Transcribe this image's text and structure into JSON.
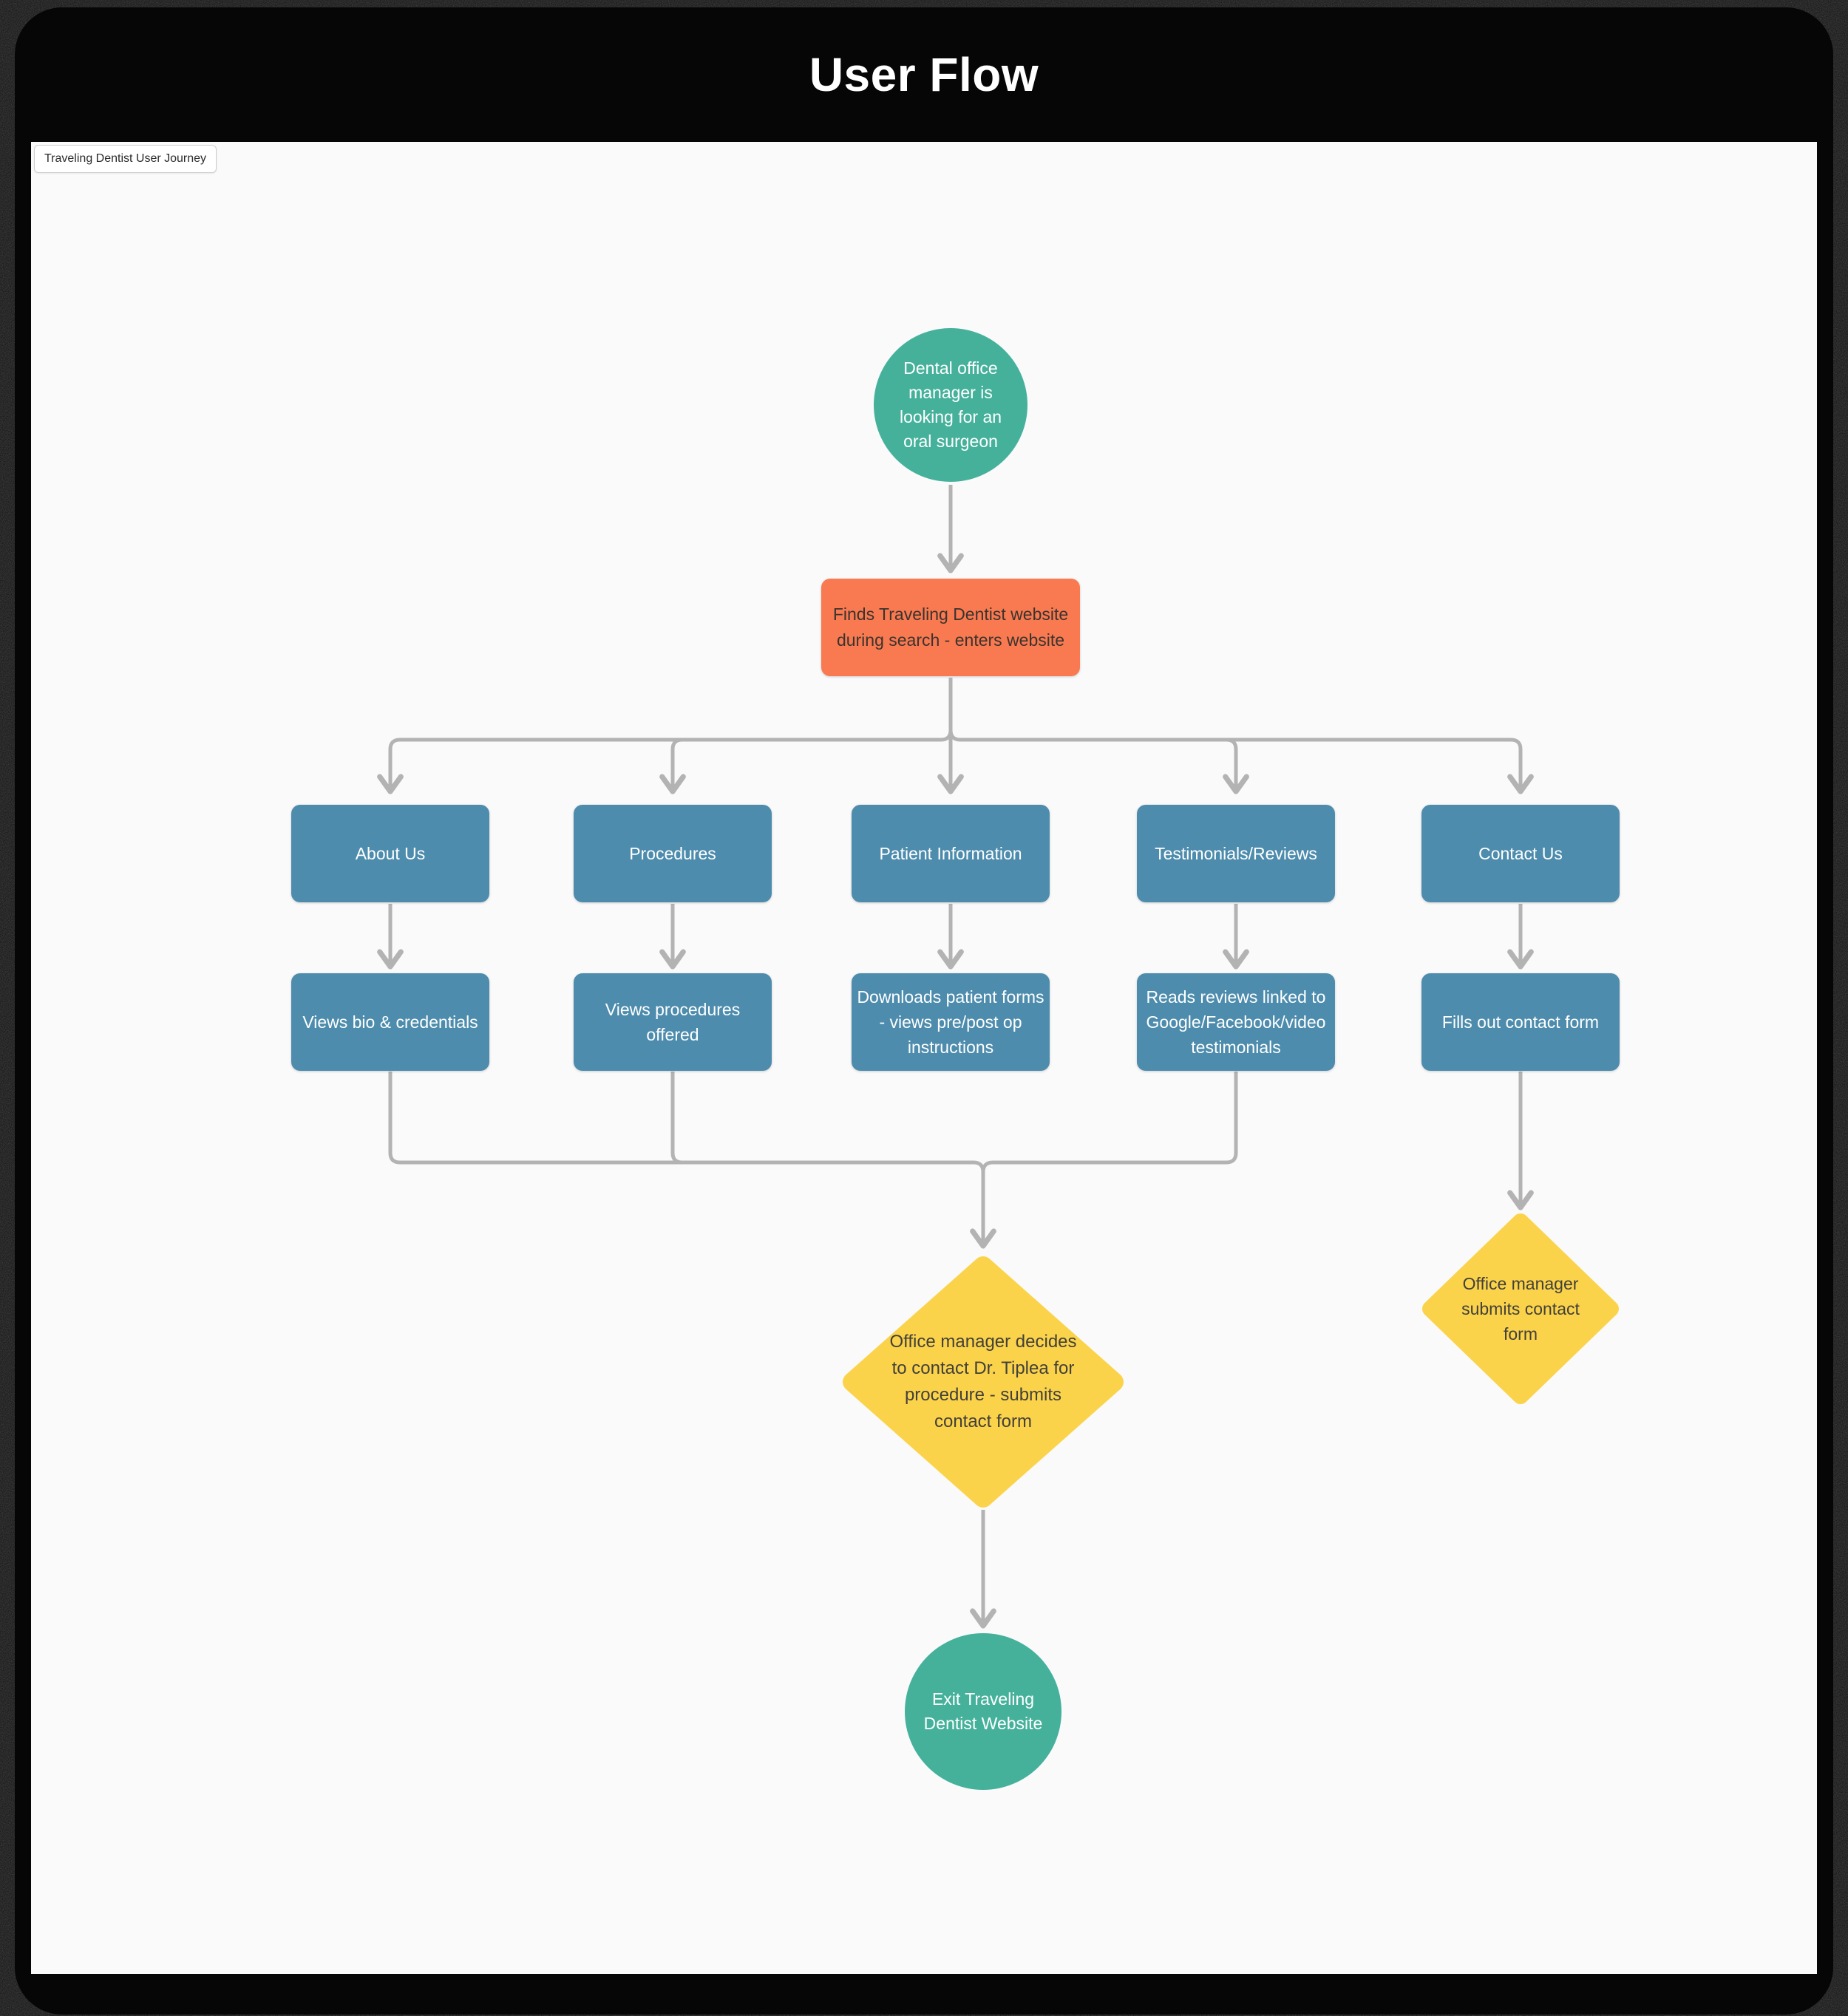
{
  "header": {
    "title": "User Flow"
  },
  "canvas": {
    "frame_label": "Traveling Dentist User Journey"
  },
  "flow": {
    "start": {
      "text": "Dental office manager is looking for an oral surgeon"
    },
    "entry": {
      "text": "Finds Traveling Dentist website during search - enters website"
    },
    "sections": [
      {
        "label": "About Us",
        "action": "Views bio & credentials"
      },
      {
        "label": "Procedures",
        "action": "Views procedures offered"
      },
      {
        "label": "Patient Information",
        "action": "Downloads patient forms -  views pre/post op instructions"
      },
      {
        "label": "Testimonials/Reviews",
        "action": "Reads reviews linked to Google/Facebook/video testimonials"
      },
      {
        "label": "Contact Us",
        "action": "Fills out contact form"
      }
    ],
    "decision_main": {
      "text": "Office manager decides to contact Dr. Tiplea for procedure - submits contact form"
    },
    "decision_contact": {
      "text": "Office manager submits contact form"
    },
    "exit": {
      "text": "Exit Traveling Dentist Website"
    }
  },
  "colors": {
    "teal": "#45b19b",
    "blue": "#4d8cad",
    "orange": "#f97a50",
    "yellow": "#fbd34b",
    "connector": "#b3b3b3",
    "canvas": "#fafafa",
    "frame": "#060606"
  }
}
